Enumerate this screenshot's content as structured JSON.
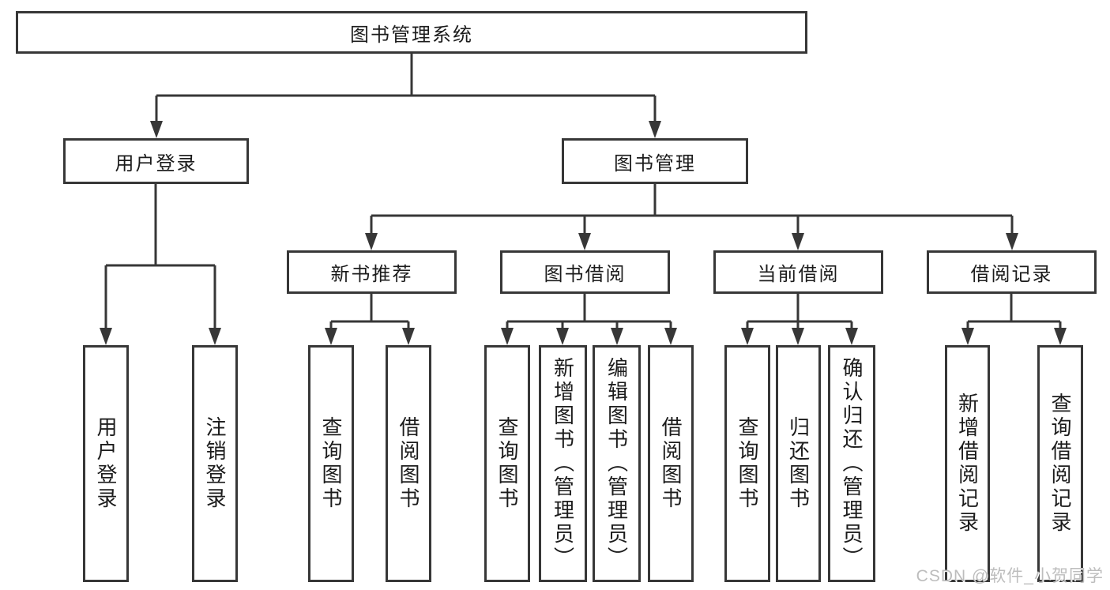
{
  "tree": {
    "root": {
      "label": "图书管理系统",
      "children": [
        {
          "label": "用户登录",
          "children": [
            {
              "label": "用户登录"
            },
            {
              "label": "注销登录"
            }
          ]
        },
        {
          "label": "图书管理",
          "children": [
            {
              "label": "新书推荐",
              "children": [
                {
                  "label": "查询图书"
                },
                {
                  "label": "借阅图书"
                }
              ]
            },
            {
              "label": "图书借阅",
              "children": [
                {
                  "label": "查询图书"
                },
                {
                  "label": "新增图书（管理员）"
                },
                {
                  "label": "编辑图书（管理员）"
                },
                {
                  "label": "借阅图书"
                }
              ]
            },
            {
              "label": "当前借阅",
              "children": [
                {
                  "label": "查询图书"
                },
                {
                  "label": "归还图书"
                },
                {
                  "label": "确认归还（管理员）"
                }
              ]
            },
            {
              "label": "借阅记录",
              "children": [
                {
                  "label": "新增借阅记录"
                },
                {
                  "label": "查询借阅记录"
                }
              ]
            }
          ]
        }
      ]
    }
  },
  "watermark": {
    "text": "CSDN @软件_小贺同学"
  },
  "colors": {
    "line": "#373737",
    "text": "#1c1c1c",
    "background": "#ffffff",
    "watermark": "#bdbdbd"
  }
}
